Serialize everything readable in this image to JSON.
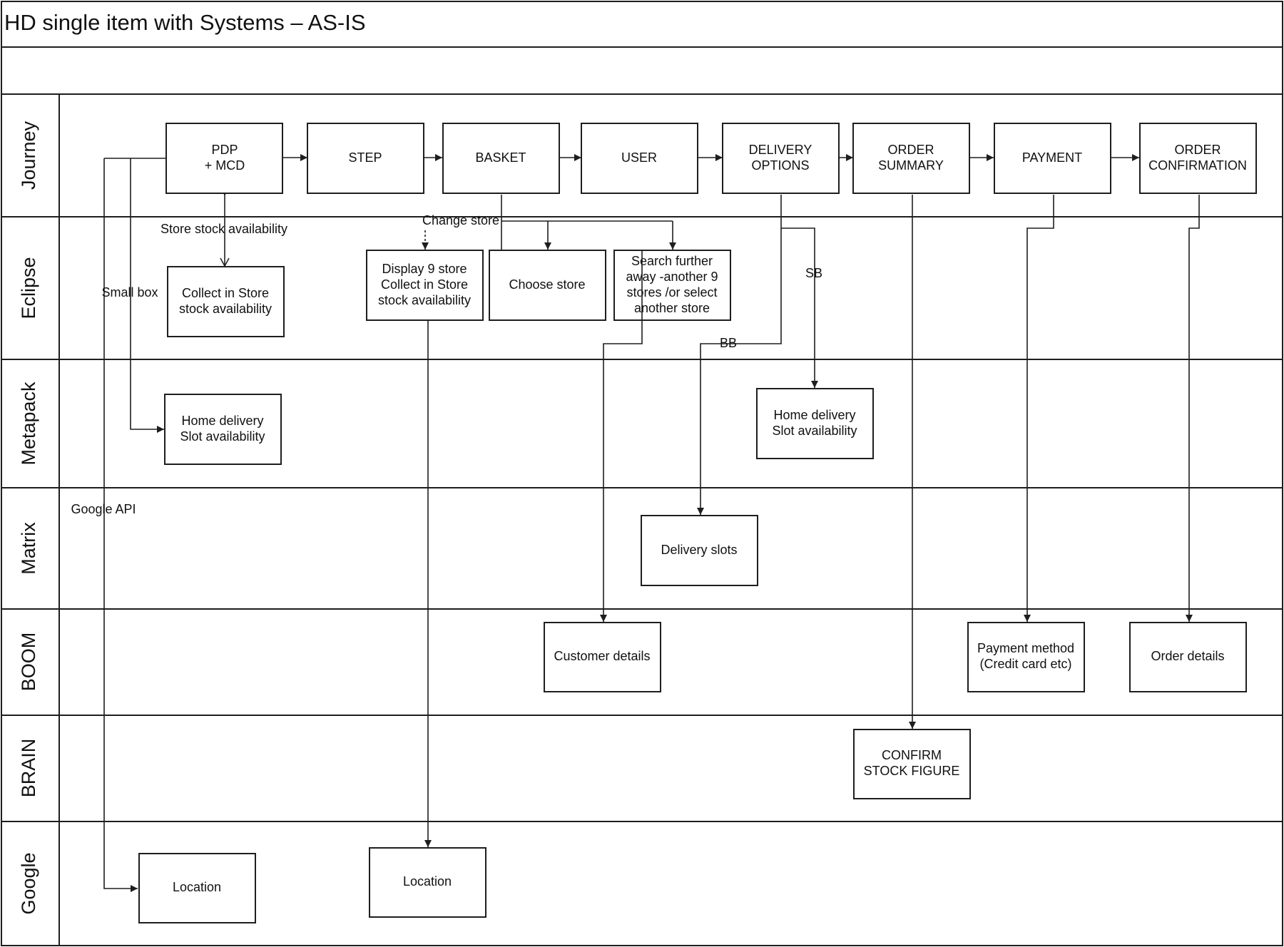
{
  "title": "HD single item with Systems – AS-IS",
  "lanes": [
    {
      "label": "Journey"
    },
    {
      "label": "Eclipse"
    },
    {
      "label": "Metapack"
    },
    {
      "label": "Matrix"
    },
    {
      "label": "BOOM"
    },
    {
      "label": "BRAIN"
    },
    {
      "label": "Google"
    }
  ],
  "boxes": {
    "pdp": [
      "PDP",
      "+ MCD"
    ],
    "step": [
      "STEP"
    ],
    "basket": [
      "BASKET"
    ],
    "user": [
      "USER"
    ],
    "delivery_options": [
      "DELIVERY",
      "OPTIONS"
    ],
    "order_summary": [
      "ORDER",
      "SUMMARY"
    ],
    "payment": [
      "PAYMENT"
    ],
    "order_confirmation": [
      "ORDER",
      "CONFIRMATION"
    ],
    "collect_in_store": [
      "Collect in Store",
      "stock availability"
    ],
    "display_9_store": [
      "Display 9 store",
      "Collect in Store",
      "stock availability"
    ],
    "choose_store": [
      "Choose store"
    ],
    "search_further": [
      "Search further",
      "away -another 9",
      "stores /or select",
      "another store"
    ],
    "home_delivery_1": [
      "Home delivery",
      "Slot availability"
    ],
    "home_delivery_2": [
      "Home delivery",
      "Slot availability"
    ],
    "delivery_slots": [
      "Delivery slots"
    ],
    "customer_details": [
      "Customer details"
    ],
    "payment_method": [
      "Payment method",
      "(Credit card etc)"
    ],
    "order_details": [
      "Order details"
    ],
    "confirm_stock": [
      "CONFIRM",
      "STOCK FIGURE"
    ],
    "location_1": [
      "Location"
    ],
    "location_2": [
      "Location"
    ]
  },
  "labels": {
    "store_stock_availability": "Store stock availability",
    "change_store": "Change store",
    "small_box": "Small box",
    "sb": "SB",
    "bb": "BB",
    "google_api": "Google API"
  }
}
